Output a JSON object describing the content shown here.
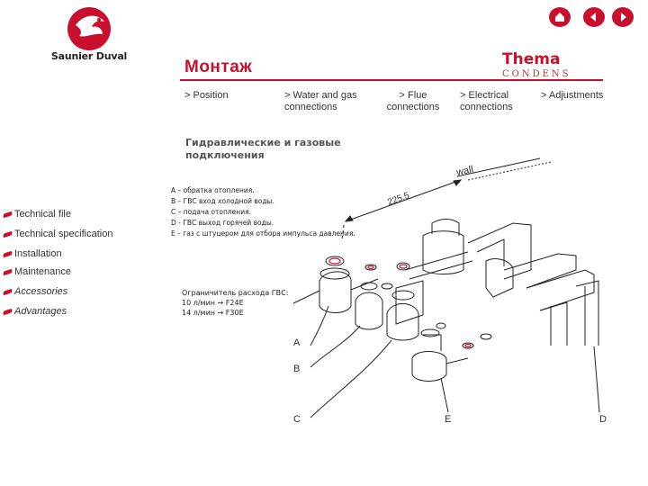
{
  "brand": {
    "name": "Saunier Duval",
    "product_name_1": "Thema",
    "product_name_2": "CONDENS"
  },
  "nav_icons": [
    "home-icon",
    "back-arrow-icon",
    "forward-arrow-icon"
  ],
  "page_title": "Монтаж",
  "tabs": [
    {
      "label": "> Position"
    },
    {
      "label": "> Water and gas connections"
    },
    {
      "label": "> Flue connections"
    },
    {
      "label": "> Electrical connections"
    },
    {
      "label": "> Adjustments"
    }
  ],
  "section_heading": "Гидравлические и газовые подключения",
  "menu": [
    {
      "label": "Technical file"
    },
    {
      "label": "Technical specification"
    },
    {
      "label": "Installation"
    },
    {
      "label": "Maintenance"
    },
    {
      "label": "Accessories"
    },
    {
      "label": "Advantages"
    }
  ],
  "legend_lines": [
    "A – обратка отопления.",
    "B – ГВС вход холодной воды.",
    "C – подача отопления.",
    "D - ГВС выход горячей воды.",
    "E – газ с штуцером для отбора импульса давления."
  ],
  "flow_note": {
    "title": "Ограничитель расхода ГВС:",
    "line1": "10 л/мин → F24E",
    "line2": "14 л/мин → F30E"
  },
  "diagram": {
    "wall_label": "wall",
    "dimension": "225,5",
    "labels": {
      "a": "A",
      "b": "B",
      "c": "C",
      "d": "D",
      "e": "E"
    }
  },
  "colors": {
    "accent": "#c8102e",
    "text": "#333333"
  }
}
